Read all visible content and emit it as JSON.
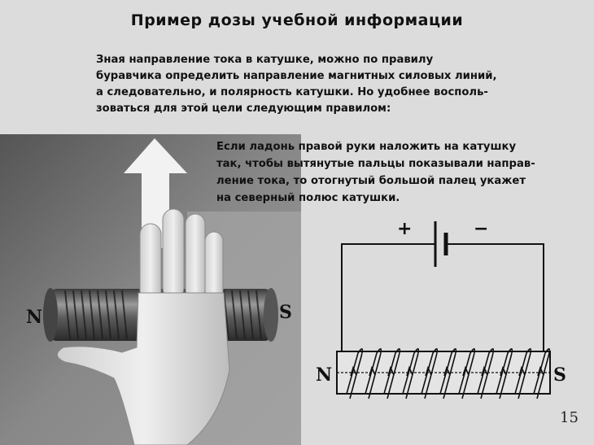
{
  "title": "Пример дозы учебной информации",
  "intro_lines": [
    "Зная  направление  тока  в  катушке,  можно  по правилу",
    "буравчика определить направление магнитных силовых линий,",
    "а следовательно,  и  полярность катушки.  Но удобнее восполь-",
    "зоваться для этой цели следующим правилом:"
  ],
  "rule_lines": [
    "Если ладонь правой руки наложить на катушку",
    "так, чтобы вытянутые пальцы показывали направ-",
    "ление тока, то отогнутый большой палец укажет",
    "на северный полюс катушки."
  ],
  "photo": {
    "north_label": "N",
    "south_label": "S"
  },
  "diagram": {
    "plus_label": "+",
    "minus_label": "−",
    "north_label": "N",
    "south_label": "S"
  },
  "page_number": "15"
}
